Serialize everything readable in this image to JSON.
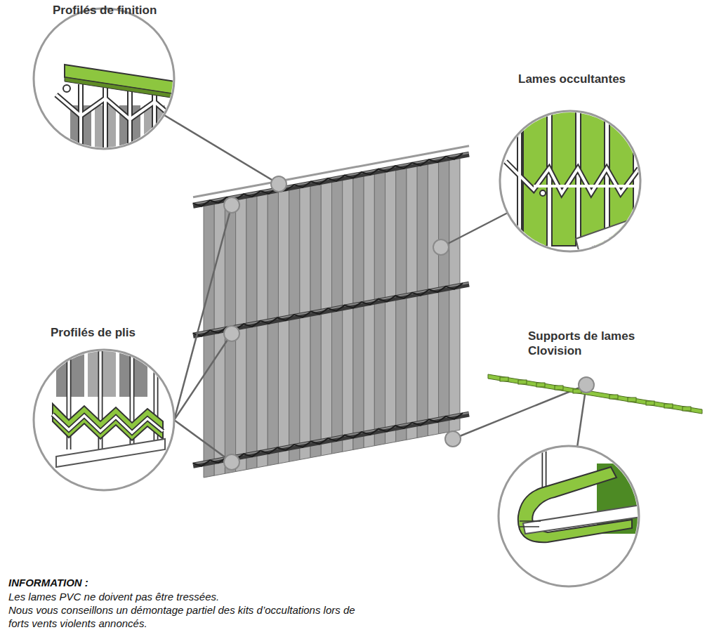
{
  "diagram": {
    "nodes": [
      {
        "text": [
          "Profilés de finition"
        ]
      },
      {
        "text": [
          "Lames occultantes"
        ]
      },
      {
        "text": [
          "Profilés de plis"
        ]
      },
      {
        "text": [
          "Supports de lames Clovision"
        ]
      }
    ],
    "labels": [
      "INFORMATION :",
      "Les lames PVC ne doivent pas être tressées.",
      "Nous vous conseillons un démontage partiel des kits d’occultations lors de forts vents violents annoncés."
    ]
  }
}
